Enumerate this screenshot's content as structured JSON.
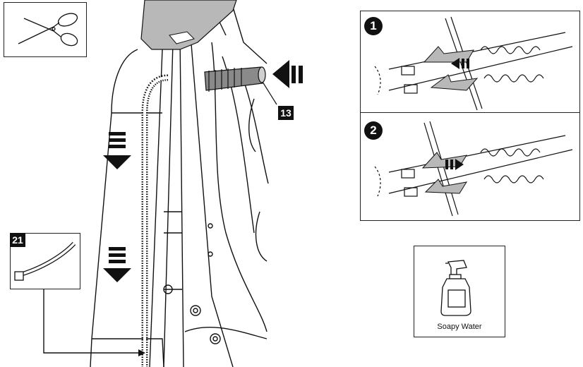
{
  "callouts": {
    "grommet_part": "13",
    "cable_tie_part": "21"
  },
  "steps": {
    "step1": "1",
    "step2": "2"
  },
  "supplies": {
    "spray_label": "Soapy Water"
  },
  "colors": {
    "ink": "#111111",
    "shade": "#b8b8b8",
    "dark_shade": "#8a8a8a"
  },
  "icons": [
    "scissors-icon",
    "cable-tie-icon",
    "spray-bottle-icon",
    "push-arrow-icon",
    "down-arrow-icon"
  ]
}
